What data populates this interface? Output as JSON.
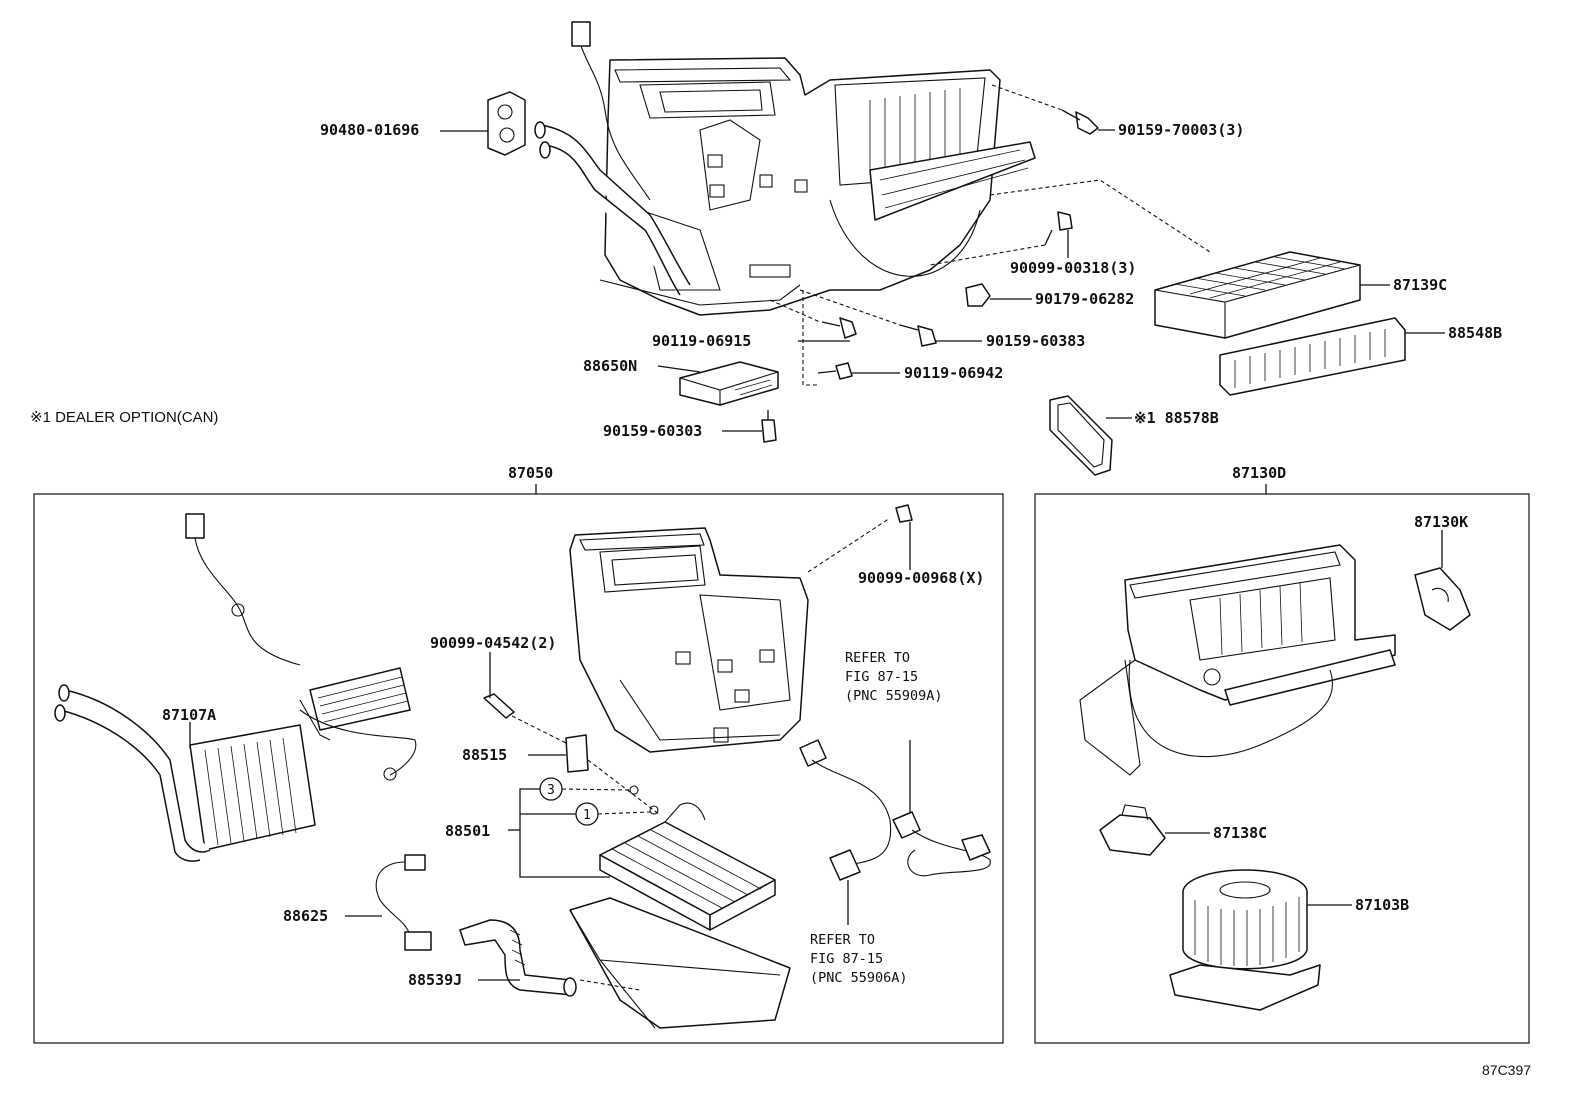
{
  "note": "※1  DEALER OPTION(CAN)",
  "diagram_code": "87C397",
  "parts": {
    "p9048001696": "90480-01696",
    "p9015970003": "90159-70003(3)",
    "p9009900318": "90099-00318(3)",
    "p87139C": "87139C",
    "p9017906282": "90179-06282",
    "p88548B": "88548B",
    "p9011906915": "90119-06915",
    "p9015960383": "90159-60383",
    "p88650N": "88650N",
    "p9011906942": "90119-06942",
    "p9015960303": "90159-60303",
    "p88578B": "※1 88578B",
    "p87050": "87050",
    "p87130D": "87130D",
    "p9009900968": "90099-00968(X)",
    "p9009904542": "90099-04542(2)",
    "p87107A": "87107A",
    "p88515": "88515",
    "p88501": "88501",
    "p88625": "88625",
    "p88539J": "88539J",
    "p87130K": "87130K",
    "p87138C": "87138C",
    "p87103B": "87103B",
    "circle1": "1",
    "circle3": "3"
  },
  "refs": {
    "top": [
      "REFER TO",
      "FIG 87-15",
      "(PNC 55909A)"
    ],
    "bottom": [
      "REFER TO",
      "FIG 87-15",
      "(PNC 55906A)"
    ]
  }
}
